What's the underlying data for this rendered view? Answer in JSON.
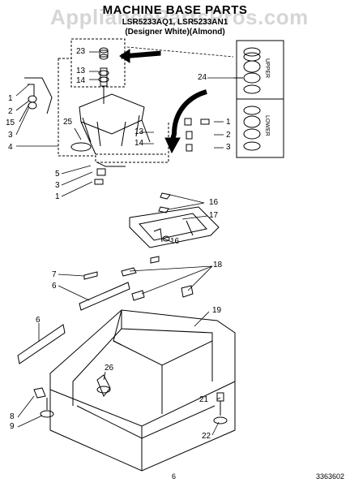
{
  "header": {
    "title": "MACHINE BASE PARTS",
    "models": "LSR5233AQ1, LSR5233AN1",
    "finish": "(Designer White)(Almond)",
    "watermark": "AppliancePartsPros.com"
  },
  "callouts": {
    "c1": "23",
    "c2": "13",
    "c3": "14",
    "c4": "25",
    "c5": "24",
    "c6": "1",
    "c7": "2",
    "c8": "15",
    "c9": "3",
    "c10": "4",
    "c11": "13",
    "c12": "14",
    "c13": "1",
    "c14": "2",
    "c15": "3",
    "c16": "5",
    "c17": "3",
    "c18": "1",
    "c19": "16",
    "c20": "17",
    "c21": "16",
    "c22": "18",
    "c23": "7",
    "c24": "6",
    "c25": "19",
    "c26": "6",
    "c27": "26",
    "c28": "21",
    "c29": "8",
    "c30": "9",
    "c31": "22"
  },
  "bearing_labels": {
    "upper": "UPPER",
    "lower": "LOWER"
  },
  "footer": {
    "page": "6",
    "code": "3363602"
  }
}
